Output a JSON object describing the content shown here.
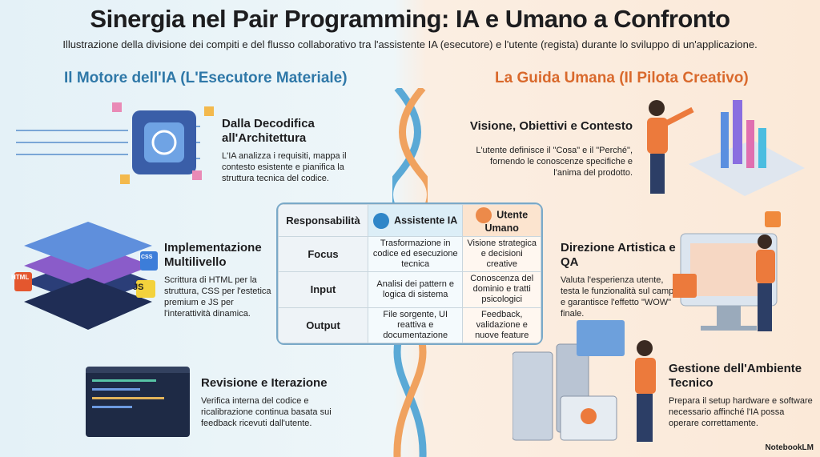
{
  "title": "Sinergia nel Pair Programming: IA e Umano a Confronto",
  "subtitle": "Illustrazione della divisione dei compiti e del flusso collaborativo tra l'assistente IA (esecutore) e l'utente (regista) durante lo sviluppo di un'applicazione.",
  "left": {
    "title": "Il Motore dell'IA (L'Esecutore Materiale)",
    "color": "#2f78a8",
    "blocks": [
      {
        "title": "Dalla Decodifica all'Architettura",
        "text": "L'IA analizza i requisiti, mappa il contesto esistente e pianifica la struttura tecnica del codice."
      },
      {
        "title": "Implementazione Multilivello",
        "text": "Scrittura di HTML per la struttura, CSS per l'estetica premium e JS per l'interattività dinamica."
      },
      {
        "title": "Revisione e Iterazione",
        "text": "Verifica interna del codice e ricalibrazione continua basata sui feedback ricevuti dall'utente."
      }
    ],
    "code_labels": [
      "HTML",
      "CSS",
      "JS"
    ]
  },
  "right": {
    "title": "La Guida Umana (Il Pilota Creativo)",
    "color": "#d9692c",
    "blocks": [
      {
        "title": "Visione, Obiettivi e Contesto",
        "text": "L'utente definisce il \"Cosa\" e il \"Perché\", fornendo le conoscenze specifiche e l'anima del prodotto."
      },
      {
        "title": "Direzione Artistica e QA",
        "text": "Valuta l'esperienza utente, testa le funzionalità sul campo e garantisce l'effetto \"WOW\" finale."
      },
      {
        "title": "Gestione dell'Ambiente Tecnico",
        "text": "Prepara il setup hardware e software necessario affinché l'IA possa operare correttamente."
      }
    ]
  },
  "table": {
    "headers": [
      "Responsabilità",
      "Assistente IA",
      "Utente Umano"
    ],
    "rows": [
      [
        "Focus",
        "Trasformazione in codice ed esecuzione tecnica",
        "Visione strategica e decisioni creative"
      ],
      [
        "Input",
        "Analisi dei pattern e logica di sistema",
        "Conoscenza del dominio e tratti psicologici"
      ],
      [
        "Output",
        "File sorgente, UI reattiva e documentazione",
        "Feedback, validazione e nuove feature"
      ]
    ]
  },
  "brand": "NotebookLM"
}
